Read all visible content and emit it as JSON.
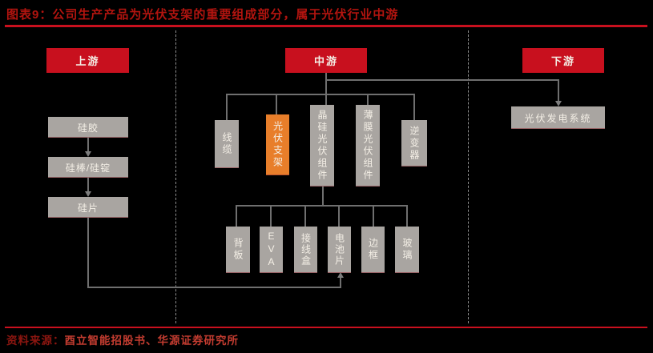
{
  "figure": {
    "title": "图表9：公司生产产品为光伏支架的重要组成部分，属于光伏行业中游"
  },
  "stages": {
    "upstream": {
      "label": "上游"
    },
    "midstream": {
      "label": "中游"
    },
    "downstream": {
      "label": "下游"
    }
  },
  "upstream_chain": {
    "items": [
      "硅胶",
      "硅棒/硅锭",
      "硅片"
    ]
  },
  "midstream": {
    "items": [
      {
        "label": "线缆",
        "highlighted": false
      },
      {
        "label": "光伏支架",
        "highlighted": true
      },
      {
        "label": "晶硅光伏组件",
        "highlighted": false
      },
      {
        "label": "薄膜光伏组件",
        "highlighted": false
      },
      {
        "label": "逆变器",
        "highlighted": false
      }
    ],
    "module_components": [
      "背板",
      "EVA",
      "接线盒",
      "电池片",
      "边框",
      "玻璃"
    ]
  },
  "downstream": {
    "items": [
      "光伏发电系统"
    ]
  },
  "source": {
    "label": "资料来源：",
    "text": "酉立智能招股书、华源证券研究所"
  },
  "colors": {
    "background": "#000000",
    "stage_red": "#C8101E",
    "title_red": "#B2140F",
    "gray_box": "#A9A5A1",
    "highlight_orange": "#E87E2A",
    "connector_gray": "#6F6F6F",
    "box_text": "#F4EFE6",
    "source_label_red": "#8D1610",
    "source_text_red": "#C33C30"
  }
}
